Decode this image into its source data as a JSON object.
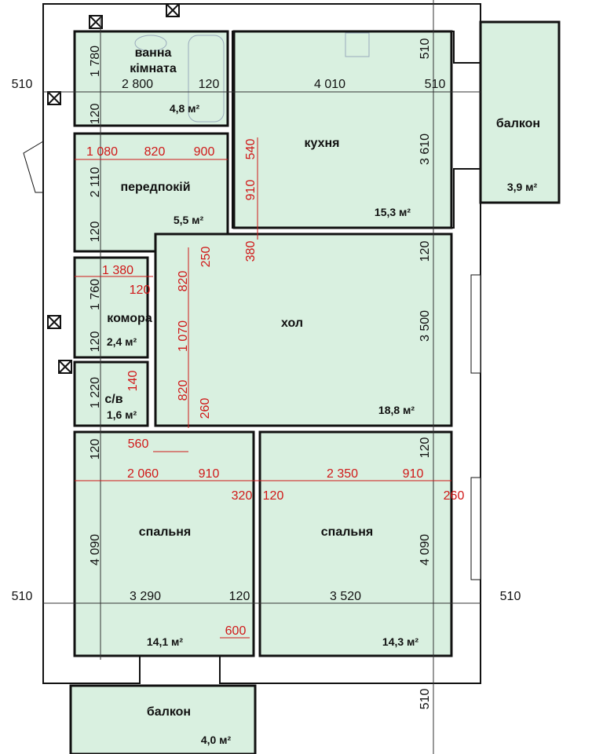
{
  "rooms": {
    "bathroom": {
      "name_1": "ванна",
      "name_2": "кімната",
      "area": "4,8 м²"
    },
    "kitchen": {
      "name": "кухня",
      "area": "15,3 м²"
    },
    "entry": {
      "name": "передпокій",
      "area": "5,5 м²"
    },
    "hall": {
      "name": "хол",
      "area": "18,8 м²"
    },
    "storage": {
      "name": "комора",
      "area": "2,4 м²"
    },
    "wc": {
      "name": "с/в",
      "area": "1,6 м²"
    },
    "bedroom_left": {
      "name": "спальня",
      "area": "14,1 м²"
    },
    "bedroom_right": {
      "name": "спальня",
      "area": "14,3 м²"
    },
    "balcony_top": {
      "name": "балкон",
      "area": "3,9 м²"
    },
    "balcony_bottom": {
      "name": "балкон",
      "area": "4,0 м²"
    }
  },
  "dimensions_black": [
    "510",
    "1 780",
    "2 800",
    "120",
    "4 010",
    "510",
    "510",
    "120",
    "2 110",
    "120",
    "3 610",
    "120",
    "1 760",
    "120",
    "1 220",
    "3 500",
    "120",
    "120",
    "4 090",
    "4 090",
    "510",
    "3 290",
    "120",
    "3 520",
    "510",
    "510"
  ],
  "dimensions_red": [
    "1 080",
    "820",
    "900",
    "540",
    "910",
    "380",
    "250",
    "1 380",
    "120",
    "820",
    "1 070",
    "140",
    "820",
    "260",
    "560",
    "2 060",
    "910",
    "320",
    "120",
    "2 350",
    "910",
    "260",
    "600"
  ]
}
